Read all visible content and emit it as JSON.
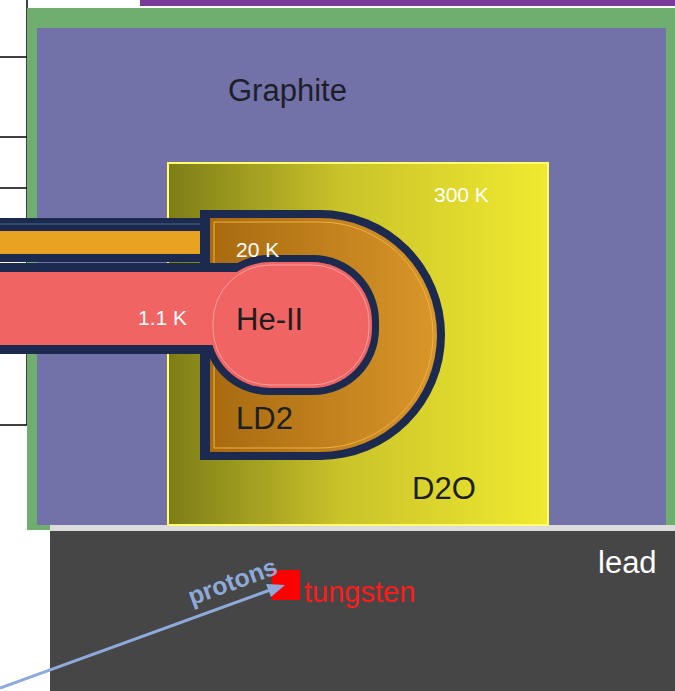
{
  "diagram": {
    "nodes": [
      {
        "text": [
          "Graphite"
        ]
      },
      {
        "text": [
          "300 K",
          "D2O"
        ],
        "in": 0
      },
      {
        "text": [
          "20 K",
          "LD2"
        ],
        "in": 1
      },
      {
        "text": [
          "1.1 K",
          "He-II"
        ],
        "in": 2
      },
      {
        "text": [
          "lead"
        ]
      }
    ],
    "labels": [
      "tungsten",
      "protons"
    ]
  }
}
